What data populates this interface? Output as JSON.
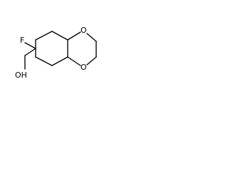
{
  "molecule": {
    "labels": {
      "fluorine": "F",
      "oxygen_top": "O",
      "oxygen_bottom": "O",
      "hydroxyl": "OH"
    },
    "colors": {
      "background": "#ffffff",
      "bond": "#000000",
      "text": "#000000"
    }
  }
}
